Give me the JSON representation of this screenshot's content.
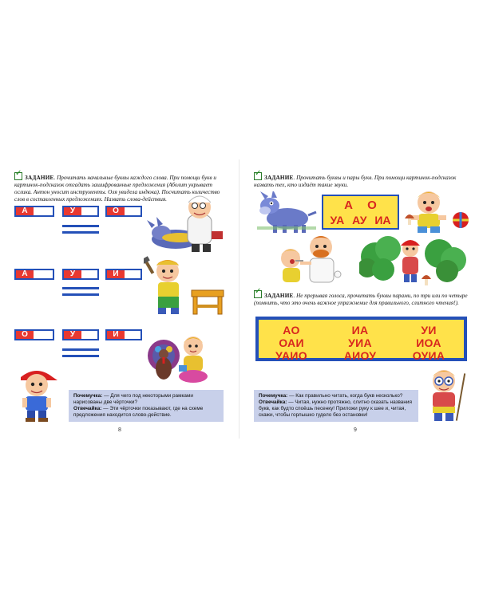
{
  "left_page": {
    "task": {
      "label": "ЗАДАНИЕ",
      "text": ". Прочитать начальные буквы каждого слова. При помощи букв и картинок-подсказок отгадать зашифрованные предложения (Аболит укрывает ослика. Антон уносит инструменты. Оля увидела индюка). Посчитать количество слов в составленных предложениях. Назвать слова-действия."
    },
    "rows": [
      {
        "letters": [
          "А",
          "У",
          "О"
        ]
      },
      {
        "letters": [
          "А",
          "У",
          "И"
        ]
      },
      {
        "letters": [
          "О",
          "У",
          "И"
        ]
      }
    ],
    "dialog": {
      "q_name": "Почемучка:",
      "q_text": " — Для чего под некоторыми рамками нарисованы две чёрточки?",
      "a_name": "Отвечайка:",
      "a_text": " — Эти чёрточки показывают, где на схеме предложения находится слово-действие."
    },
    "page_number": "8"
  },
  "right_page": {
    "task1": {
      "label": "ЗАДАНИЕ",
      "text": ". Прочитать буквы и пары букв. При помощи картинок-подсказок назвать тех, кто издаёт такие звуки."
    },
    "card1": {
      "row1": [
        "А",
        "О"
      ],
      "row2": [
        "УА",
        "АУ",
        "ИА"
      ]
    },
    "task2": {
      "label": "ЗАДАНИЕ",
      "text": ". Не прерывая голоса, прочитать буквы парами, по три или по четыре (помнить, что это очень важное упражнение для правильного, слитного чтения!)."
    },
    "card2": {
      "rows": [
        [
          "АО",
          "ИА",
          "УИ"
        ],
        [
          "ОАИ",
          "УИА",
          "ИОА"
        ],
        [
          "УАИО",
          "АИОУ",
          "ОУИА"
        ]
      ]
    },
    "dialog": {
      "q_name": "Почемучка:",
      "q_text": " — Как правильно читать, когда букв несколько?",
      "a_name": "Отвечайка:",
      "a_text": " — Читая, нужно протяжно, слитно сказать названия букв, как будто споёшь песенку! Приложи руку к шее и, читая, скажи, чтобы горлышко гудело без остановки!"
    },
    "page_number": "9"
  },
  "colors": {
    "frame_blue": "#2450b8",
    "letter_red": "#e83830",
    "card_yellow": "#ffe24a",
    "bubble_lavender": "#c8d0ea",
    "check_green": "#1e8a1e"
  },
  "icons": [
    "checkbox-icon",
    "doctor-illustration",
    "donkey-illustration",
    "boy-hammer-illustration",
    "stool-illustration",
    "turkey-illustration",
    "girl-illustration",
    "boy-cap-illustration",
    "baby-illustration",
    "ball-illustration",
    "bush-illustration",
    "boy-glasses-illustration",
    "mushroom-illustration"
  ]
}
